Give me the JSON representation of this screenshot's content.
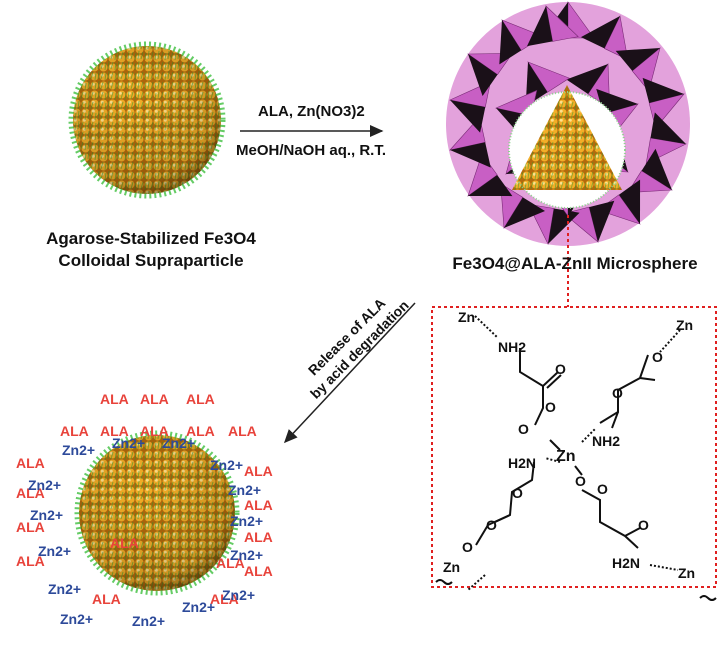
{
  "reaction": {
    "reagents": "ALA, Zn(NO3)2",
    "conditions": "MeOH/NaOH aq., R.T."
  },
  "supraparticle": {
    "line1": "Agarose-Stabilized Fe3O4",
    "line2": "Colloidal Supraparticle"
  },
  "microsphere": {
    "label": "Fe3O4@ALA-ZnII Microsphere"
  },
  "release": {
    "line1": "Release of ALA",
    "line2": "by acid degradation"
  },
  "ions": {
    "ala": "ALA",
    "zn": "Zn2+"
  },
  "structure": {
    "zn": "Zn",
    "nh2": "NH2",
    "h2n": "H2N",
    "o": "O"
  },
  "colors": {
    "ala": "#e8433b",
    "zn_ion": "#2d4a9a",
    "shell": "#c85fc4",
    "core": "#f0a020",
    "agarose": "#3fbf3f",
    "frame": "#e02020"
  }
}
